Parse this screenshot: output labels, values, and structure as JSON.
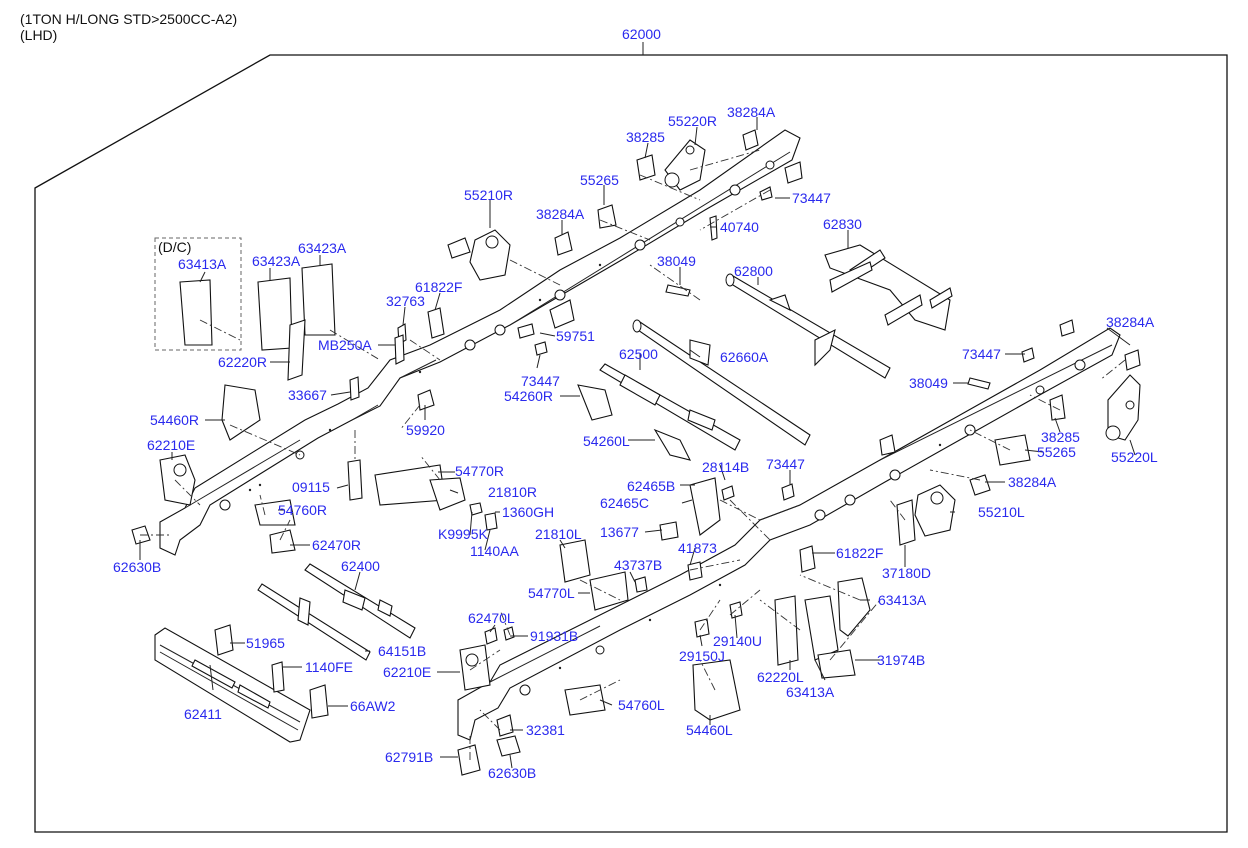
{
  "header": {
    "line1": "(1TON H/LONG STD>2500CC-A2)",
    "line2": "(LHD)"
  },
  "assembly_label": "62000",
  "group_label": "(D/C)",
  "parts": [
    {
      "id": "p55220R",
      "text": "55220R"
    },
    {
      "id": "p38284A_1",
      "text": "38284A"
    },
    {
      "id": "p38285_1",
      "text": "38285"
    },
    {
      "id": "p55265_1",
      "text": "55265"
    },
    {
      "id": "p73447_1",
      "text": "73447"
    },
    {
      "id": "p55210R",
      "text": "55210R"
    },
    {
      "id": "p38284A_2",
      "text": "38284A"
    },
    {
      "id": "p40740",
      "text": "40740"
    },
    {
      "id": "p62830",
      "text": "62830"
    },
    {
      "id": "p38049_1",
      "text": "38049"
    },
    {
      "id": "p62800",
      "text": "62800"
    },
    {
      "id": "p63413A_1",
      "text": "63413A"
    },
    {
      "id": "p63423A_1",
      "text": "63423A"
    },
    {
      "id": "p63423A_2",
      "text": "63423A"
    },
    {
      "id": "p61822F_1",
      "text": "61822F"
    },
    {
      "id": "p32763",
      "text": "32763"
    },
    {
      "id": "p59751",
      "text": "59751"
    },
    {
      "id": "pMB250A",
      "text": "MB250A"
    },
    {
      "id": "p62220R",
      "text": "62220R"
    },
    {
      "id": "p73447_2",
      "text": "73447"
    },
    {
      "id": "p62500",
      "text": "62500"
    },
    {
      "id": "p62660A",
      "text": "62660A"
    },
    {
      "id": "p38284A_3",
      "text": "38284A"
    },
    {
      "id": "p73447_3",
      "text": "73447"
    },
    {
      "id": "p38049_2",
      "text": "38049"
    },
    {
      "id": "p33667",
      "text": "33667"
    },
    {
      "id": "p54260R",
      "text": "54260R"
    },
    {
      "id": "p54460R",
      "text": "54460R"
    },
    {
      "id": "p59920",
      "text": "59920"
    },
    {
      "id": "p38285_2",
      "text": "38285"
    },
    {
      "id": "p55265_2",
      "text": "55265"
    },
    {
      "id": "p55220L",
      "text": "55220L"
    },
    {
      "id": "p54260L",
      "text": "54260L"
    },
    {
      "id": "p62210E_1",
      "text": "62210E"
    },
    {
      "id": "p73447_4",
      "text": "73447"
    },
    {
      "id": "p54770R",
      "text": "54770R"
    },
    {
      "id": "p09115",
      "text": "09115"
    },
    {
      "id": "p21810R",
      "text": "21810R"
    },
    {
      "id": "p62465B",
      "text": "62465B"
    },
    {
      "id": "p28114B",
      "text": "28114B"
    },
    {
      "id": "p38284A_4",
      "text": "38284A"
    },
    {
      "id": "p62465C",
      "text": "62465C"
    },
    {
      "id": "p1360GH",
      "text": "1360GH"
    },
    {
      "id": "p54760R_1",
      "text": "54760R"
    },
    {
      "id": "p55210L",
      "text": "55210L"
    },
    {
      "id": "pK9995K",
      "text": "K9995K"
    },
    {
      "id": "p21810L",
      "text": "21810L"
    },
    {
      "id": "p13677",
      "text": "13677"
    },
    {
      "id": "p62470R",
      "text": "62470R"
    },
    {
      "id": "p1140AA",
      "text": "1140AA"
    },
    {
      "id": "p41873",
      "text": "41873"
    },
    {
      "id": "p61822F_2",
      "text": "61822F"
    },
    {
      "id": "p62630B_1",
      "text": "62630B"
    },
    {
      "id": "p62400",
      "text": "62400"
    },
    {
      "id": "p43737B",
      "text": "43737B"
    },
    {
      "id": "p37180D",
      "text": "37180D"
    },
    {
      "id": "p54770L",
      "text": "54770L"
    },
    {
      "id": "p63413A_2",
      "text": "63413A"
    },
    {
      "id": "p62470L",
      "text": "62470L"
    },
    {
      "id": "p51965",
      "text": "51965"
    },
    {
      "id": "p91931B",
      "text": "91931B"
    },
    {
      "id": "p64151B",
      "text": "64151B"
    },
    {
      "id": "p29140U",
      "text": "29140U"
    },
    {
      "id": "p29150J",
      "text": "29150J"
    },
    {
      "id": "p31974B",
      "text": "31974B"
    },
    {
      "id": "p1140FE",
      "text": "1140FE"
    },
    {
      "id": "p62210E_2",
      "text": "62210E"
    },
    {
      "id": "p62220L",
      "text": "62220L"
    },
    {
      "id": "p63413A_3",
      "text": "63413A"
    },
    {
      "id": "p66AW2",
      "text": "66AW2"
    },
    {
      "id": "p54760L",
      "text": "54760L"
    },
    {
      "id": "p62411",
      "text": "62411"
    },
    {
      "id": "p32381",
      "text": "32381"
    },
    {
      "id": "p54460L",
      "text": "54460L"
    },
    {
      "id": "p62791B",
      "text": "62791B"
    },
    {
      "id": "p62630B_2",
      "text": "62630B"
    }
  ]
}
